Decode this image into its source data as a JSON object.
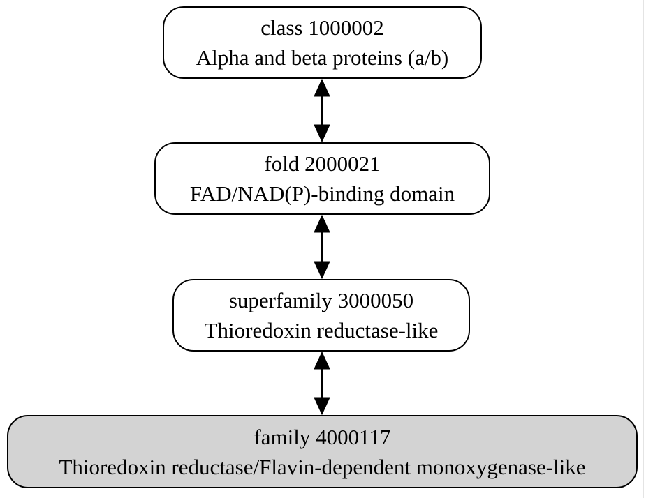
{
  "diagram": {
    "nodes": [
      {
        "id": "class",
        "line1": "class 1000002",
        "line2": "Alpha and beta proteins (a/b)"
      },
      {
        "id": "fold",
        "line1": "fold 2000021",
        "line2": "FAD/NAD(P)-binding domain"
      },
      {
        "id": "superfamily",
        "line1": "superfamily 3000050",
        "line2": "Thioredoxin reductase-like"
      },
      {
        "id": "family",
        "line1": "family 4000117",
        "line2": "Thioredoxin reductase/Flavin-dependent monoxygenase-like",
        "highlighted": true
      }
    ],
    "edges": [
      {
        "from": "class",
        "to": "fold",
        "direction": "both"
      },
      {
        "from": "fold",
        "to": "superfamily",
        "direction": "both"
      },
      {
        "from": "superfamily",
        "to": "family",
        "direction": "both"
      }
    ],
    "colors": {
      "node_fill": "#ffffff",
      "highlighted_fill": "#d3d3d3",
      "stroke": "#000000"
    }
  }
}
